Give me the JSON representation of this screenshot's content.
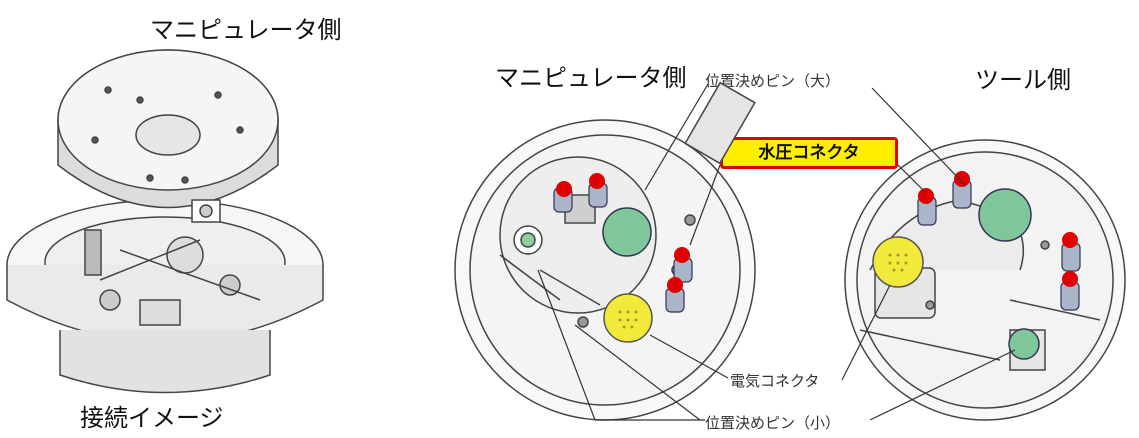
{
  "labels": {
    "manip_top": "マニピュレータ側",
    "manip_mid": "マニピュレータ側",
    "tool_side": "ツール側",
    "connection_image": "接続イメージ",
    "pin_large": "位置決めピン（大）",
    "pin_small": "位置決めピン（小）",
    "water_connector": "水圧コネクタ",
    "electric_connector": "電気コネクタ"
  },
  "colors": {
    "highlight_bg": "#ffee00",
    "highlight_border": "#e00000",
    "red_marker": "#e00000",
    "green_connector": "#7fc79b",
    "yellow_connector": "#f2ea3a"
  }
}
